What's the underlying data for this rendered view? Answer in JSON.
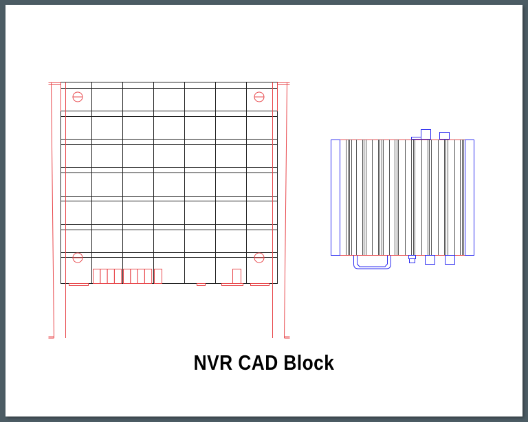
{
  "title": "NVR CAD Block",
  "colors": {
    "background": "#4c5c64",
    "paper": "#ffffff",
    "grid_lines": "#222222",
    "red_parts": "#e8484c",
    "blue_parts": "#2b2bf0",
    "fins": "#555555"
  },
  "views": {
    "front": {
      "grid_columns": 7,
      "grid_rows": 7,
      "mount_holes": 4
    },
    "side": {
      "fin_count": 33
    }
  }
}
